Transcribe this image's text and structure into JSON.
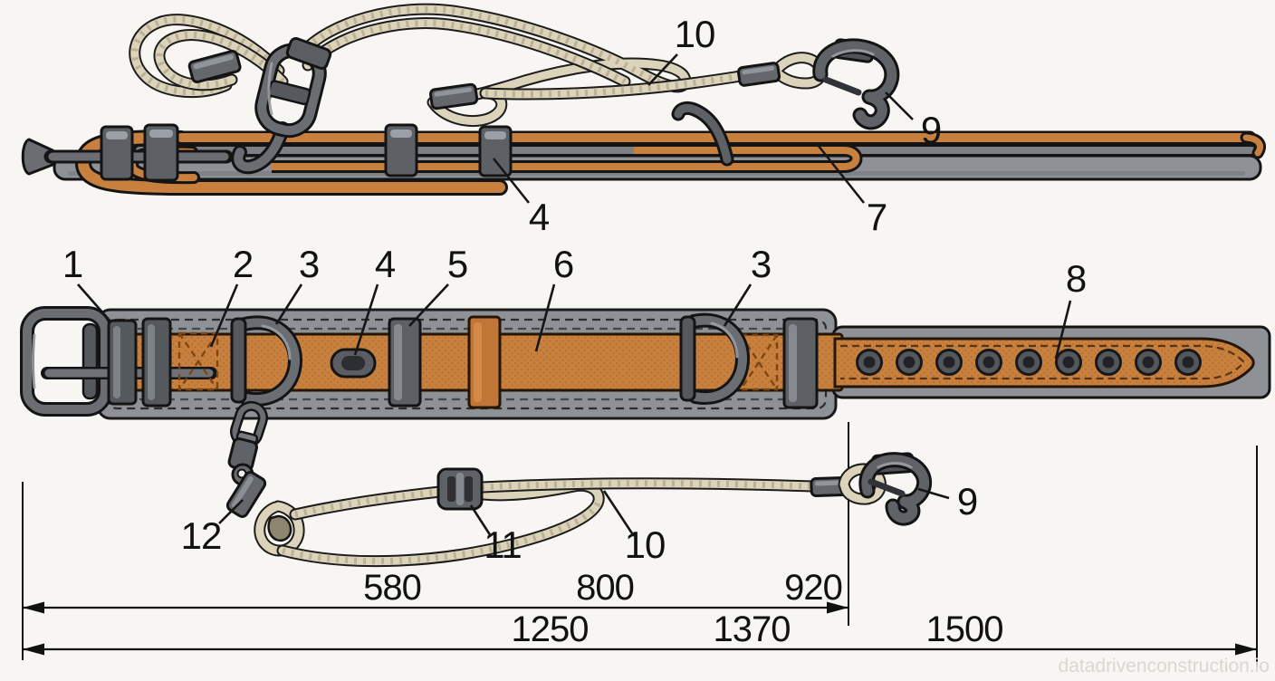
{
  "figure": "Lineman safety belt technical diagram",
  "labels": {
    "top_10": "10",
    "top_9": "9",
    "top_4": "4",
    "top_7": "7",
    "mid_1": "1",
    "mid_2": "2",
    "mid_3_left": "3",
    "mid_4": "4",
    "mid_5": "5",
    "mid_6": "6",
    "mid_3_right": "3",
    "mid_8": "8",
    "bottom_12": "12",
    "bottom_11": "11",
    "bottom_10": "10",
    "bottom_9": "9"
  },
  "dimensions": {
    "upper": {
      "d1": "580",
      "d2": "800",
      "d3": "920"
    },
    "lower": {
      "d1": "1250",
      "d2": "1370",
      "d3": "1500"
    }
  },
  "watermark": "datadrivenconstruction.io",
  "colors": {
    "strap_orange": "#c8803f",
    "pad_gray": "#8e9196",
    "hardware_gray": "#5d6166",
    "rope_tan": "#dbd3ba",
    "line_black": "#111111"
  }
}
